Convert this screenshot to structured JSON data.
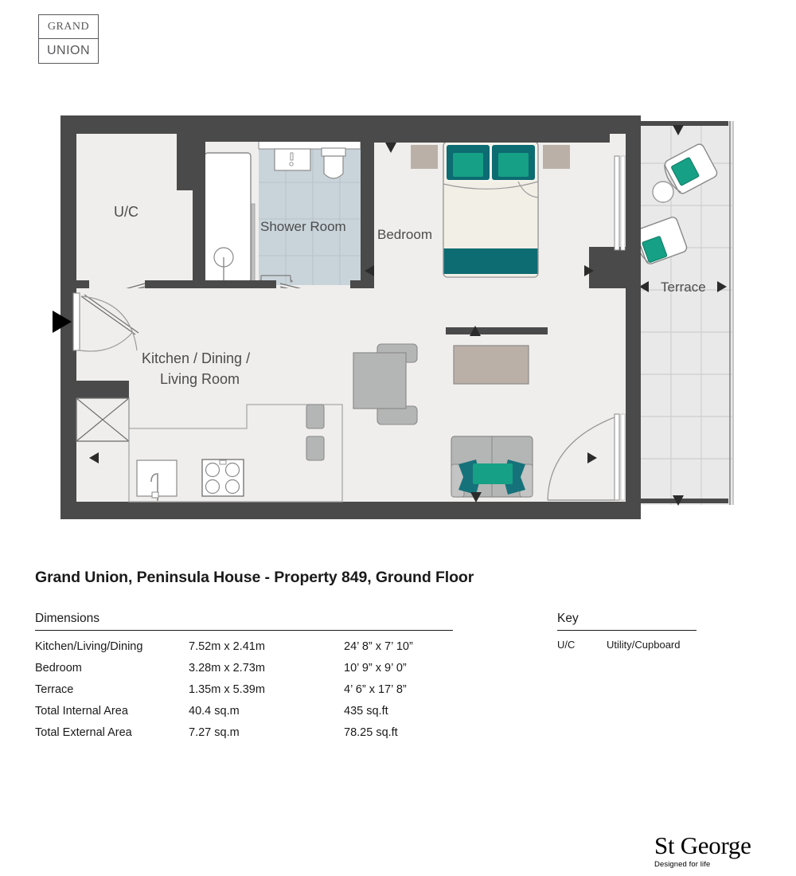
{
  "brand": {
    "line1": "GRAND",
    "line2": "UNION"
  },
  "plan": {
    "title": "Grand Union, Peninsula House - Property 849, Ground Floor",
    "rooms": [
      {
        "id": "utility",
        "label": "U/C"
      },
      {
        "id": "shower",
        "label": "Shower Room"
      },
      {
        "id": "bedroom",
        "label": "Bedroom"
      },
      {
        "id": "living",
        "label_line1": "Kitchen / Dining /",
        "label_line2": "Living Room"
      },
      {
        "id": "terrace",
        "label": "Terrace"
      }
    ],
    "colors": {
      "wall": "#4a4a4a",
      "floor": "#f0eeec",
      "tile_floor": "#c9d4da",
      "terrace_floor": "#e9e9e9",
      "furniture_grey": "#b4b6b5",
      "furniture_taupe": "#bbb0a7",
      "accent_teal_dark": "#0d6b72",
      "accent_teal_bright": "#16a085",
      "text": "#4c4c4c"
    }
  },
  "dimensions": {
    "heading": "Dimensions",
    "rows": [
      {
        "room": "Kitchen/Living/Dining",
        "metric": "7.52m x 2.41m",
        "imperial": "24’ 8” x 7’ 10”"
      },
      {
        "room": "Bedroom",
        "metric": "3.28m x 2.73m",
        "imperial": "10’ 9” x 9’ 0”"
      },
      {
        "room": "Terrace",
        "metric": "1.35m x 5.39m",
        "imperial": "4’ 6” x 17’ 8”"
      },
      {
        "room": "Total Internal Area",
        "metric": "40.4 sq.m",
        "imperial": "435 sq.ft"
      },
      {
        "room": "Total External Area",
        "metric": "7.27 sq.m",
        "imperial": "78.25 sq.ft"
      }
    ]
  },
  "key": {
    "heading": "Key",
    "rows": [
      {
        "abbr": "U/C",
        "meaning": "Utility/Cupboard"
      }
    ]
  },
  "developer": {
    "name": "St George",
    "tagline": "Designed for life"
  }
}
